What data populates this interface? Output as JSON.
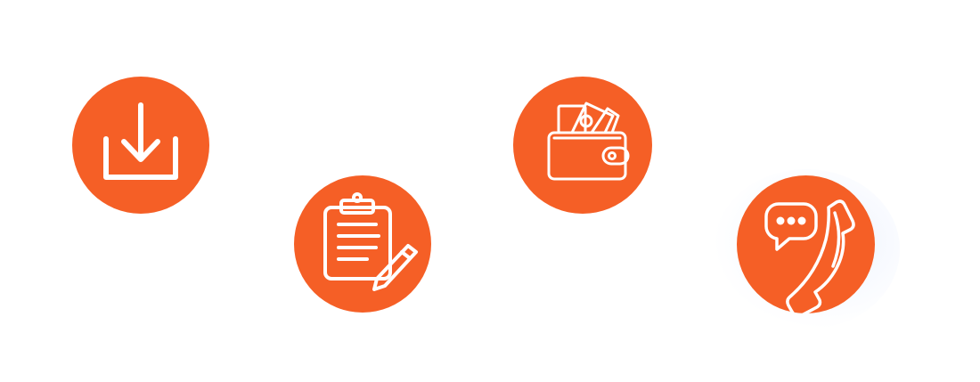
{
  "theme": {
    "accent_color": "#F55F26",
    "icon_stroke_color": "#FFFFFF",
    "background_color": "#FFFFFF"
  },
  "steps": [
    {
      "id": "download",
      "icon": "download-icon"
    },
    {
      "id": "form",
      "icon": "clipboard-pencil-icon"
    },
    {
      "id": "payment",
      "icon": "wallet-cash-icon"
    },
    {
      "id": "support",
      "icon": "phone-chat-icon"
    }
  ]
}
